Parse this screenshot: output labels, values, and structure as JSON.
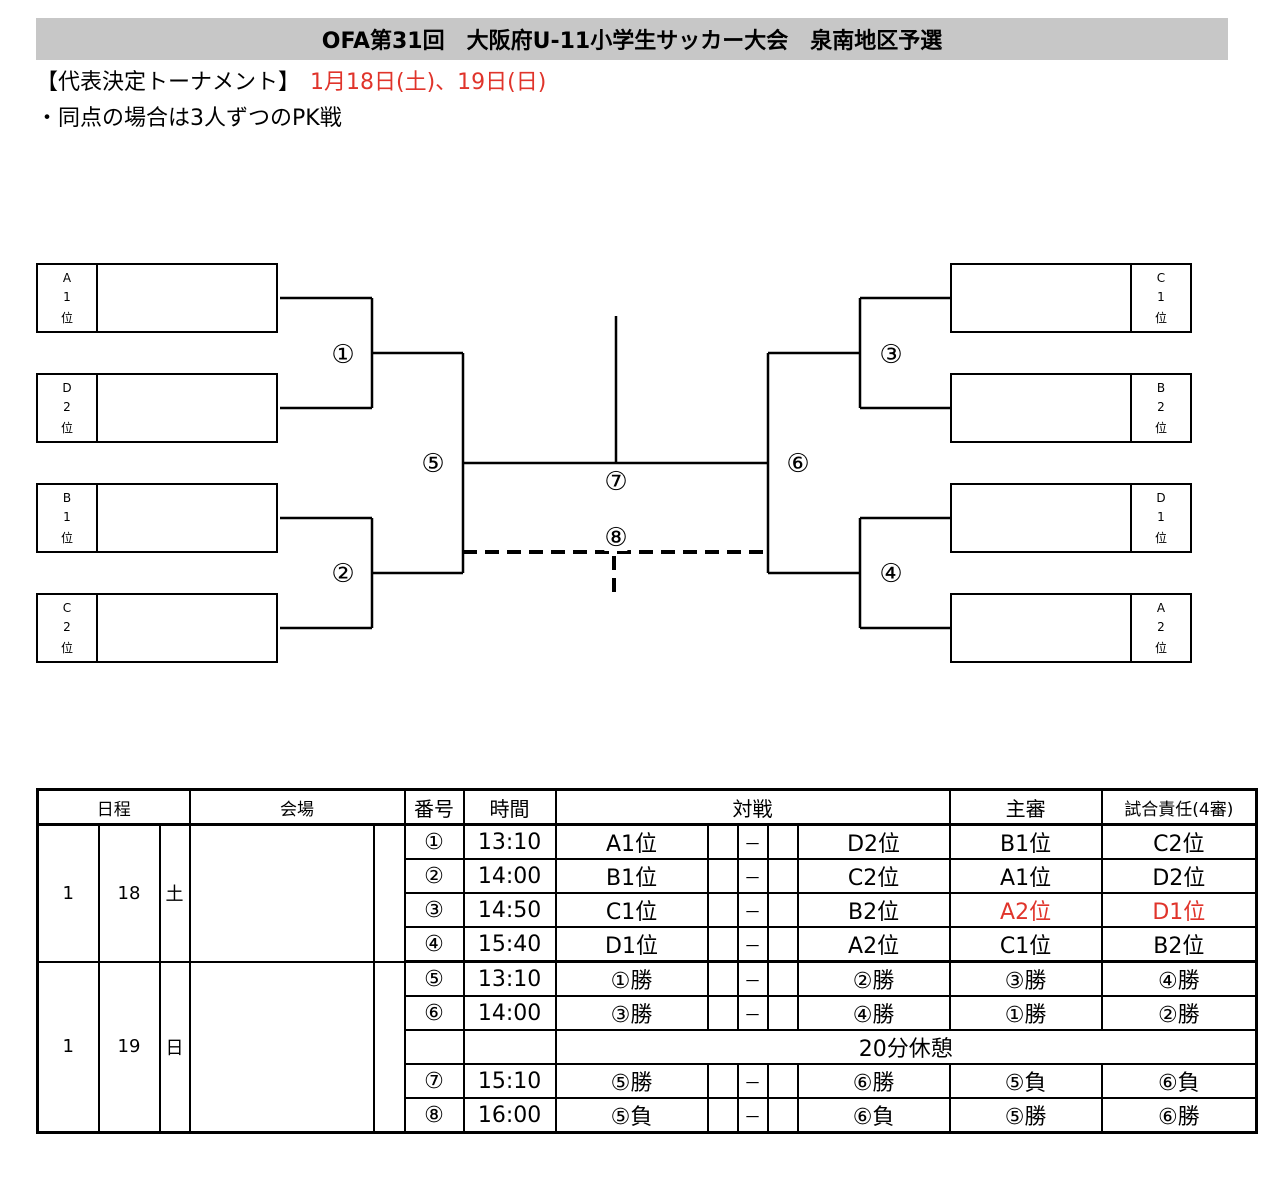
{
  "header": {
    "title": "OFA第31回　大阪府U-11小学生サッカー大会　泉南地区予選",
    "subtitle": "【代表決定トーナメント】",
    "subtitle_dates": "1月18日(土)、19日(日)",
    "note": "・同点の場合は3人ずつのPK戦"
  },
  "bracket": {
    "left_slots": [
      {
        "c1": "A",
        "c2": "1",
        "c3": "位"
      },
      {
        "c1": "D",
        "c2": "2",
        "c3": "位"
      },
      {
        "c1": "B",
        "c2": "1",
        "c3": "位"
      },
      {
        "c1": "C",
        "c2": "2",
        "c3": "位"
      }
    ],
    "right_slots": [
      {
        "c1": "C",
        "c2": "1",
        "c3": "位"
      },
      {
        "c1": "B",
        "c2": "2",
        "c3": "位"
      },
      {
        "c1": "D",
        "c2": "1",
        "c3": "位"
      },
      {
        "c1": "A",
        "c2": "2",
        "c3": "位"
      }
    ],
    "match_numbers": [
      "①",
      "②",
      "③",
      "④",
      "⑤",
      "⑥",
      "⑦",
      "⑧"
    ]
  },
  "schedule": {
    "headers": {
      "date": "日程",
      "venue": "会場",
      "num": "番号",
      "time": "時間",
      "match": "対戦",
      "referee": "主審",
      "official": "試合責任(4審)"
    },
    "day1": {
      "month": "1",
      "day": "18",
      "weekday": "土"
    },
    "day2": {
      "month": "1",
      "day": "19",
      "weekday": "日"
    },
    "vs": "－",
    "break_text": "20分休憩",
    "rows": [
      {
        "num": "①",
        "time": "13:10",
        "home": "A1位",
        "away": "D2位",
        "ref": "B1位",
        "off": "C2位"
      },
      {
        "num": "②",
        "time": "14:00",
        "home": "B1位",
        "away": "C2位",
        "ref": "A1位",
        "off": "D2位"
      },
      {
        "num": "③",
        "time": "14:50",
        "home": "C1位",
        "away": "B2位",
        "ref": "A2位",
        "off": "D1位"
      },
      {
        "num": "④",
        "time": "15:40",
        "home": "D1位",
        "away": "A2位",
        "ref": "C1位",
        "off": "B2位"
      },
      {
        "num": "⑤",
        "time": "13:10",
        "home": "①勝",
        "away": "②勝",
        "ref": "③勝",
        "off": "④勝"
      },
      {
        "num": "⑥",
        "time": "14:00",
        "home": "③勝",
        "away": "④勝",
        "ref": "①勝",
        "off": "②勝"
      },
      {
        "num": "⑦",
        "time": "15:10",
        "home": "⑤勝",
        "away": "⑥勝",
        "ref": "⑤負",
        "off": "⑥負"
      },
      {
        "num": "⑧",
        "time": "16:00",
        "home": "⑤負",
        "away": "⑥負",
        "ref": "⑤勝",
        "off": "⑥勝"
      }
    ],
    "highlight_color": "#e0342b"
  }
}
